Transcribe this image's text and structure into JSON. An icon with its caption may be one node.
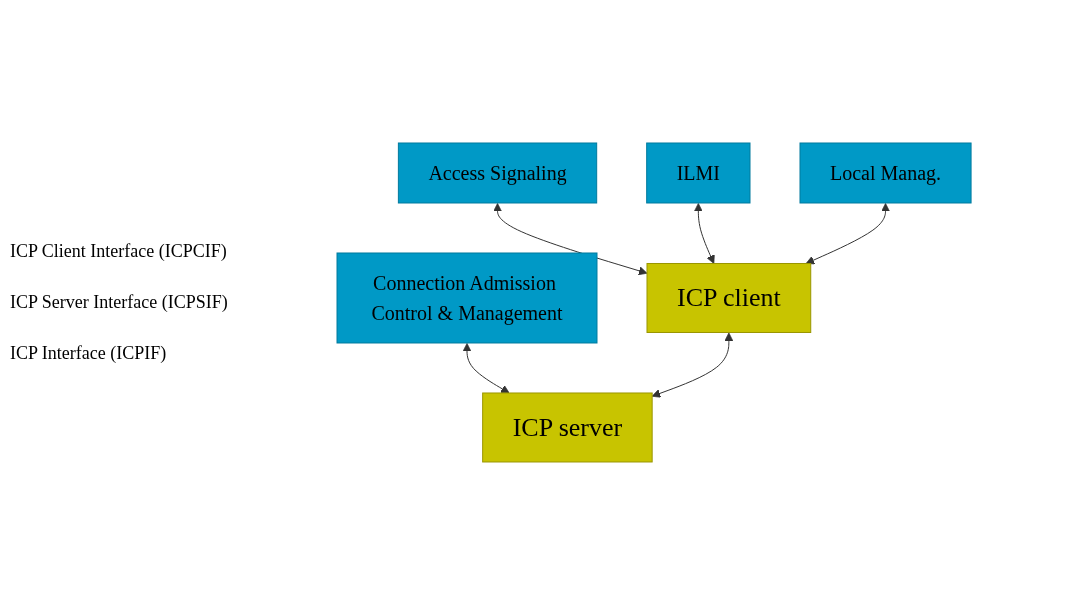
{
  "diagram": {
    "nodes": [
      {
        "text": [
          "Access Signaling"
        ]
      },
      {
        "text": [
          "ILMI"
        ]
      },
      {
        "text": [
          "Local Manag."
        ]
      },
      {
        "text": [
          "Connection Admission Control & Management"
        ]
      },
      {
        "text": [
          "ICP client"
        ]
      },
      {
        "text": [
          "ICP server"
        ]
      }
    ],
    "edges": [
      {
        "from": 0,
        "to": 4,
        "arrow": "both"
      },
      {
        "from": 1,
        "to": 4,
        "arrow": "both"
      },
      {
        "from": 2,
        "to": 4,
        "arrow": "both"
      },
      {
        "from": 3,
        "to": 5,
        "arrow": "both"
      },
      {
        "from": 4,
        "to": 5,
        "arrow": "both"
      }
    ],
    "labels": [
      "ICP Client Interface (ICPCIF)",
      "ICP Server Interface (ICPSIF)",
      "ICP Interface (ICPIF)"
    ]
  }
}
